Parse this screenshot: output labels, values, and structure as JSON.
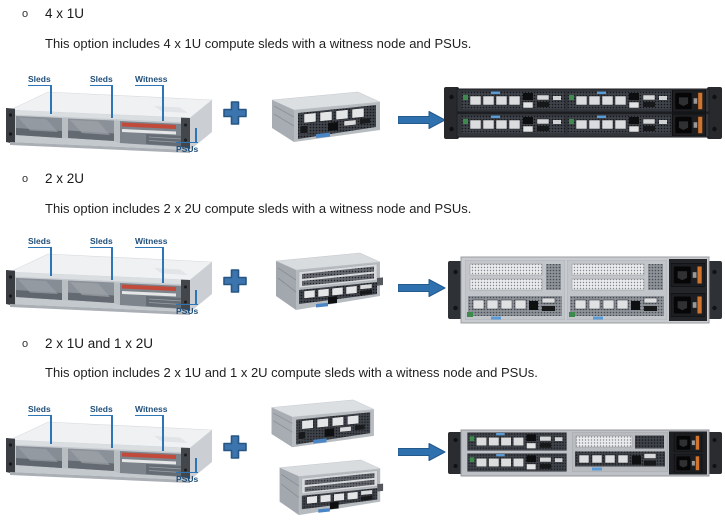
{
  "colors": {
    "label_text": "#1f4e79",
    "leader_line": "#2e75b6",
    "plus_arrow_fill": "#3c74ad",
    "plus_arrow_stroke": "#275685",
    "chassis_red_stripe": "#c14a3a",
    "psu_handle_orange": "#d2742c"
  },
  "icons": {
    "combine": "plus-icon",
    "result": "arrow-right-icon"
  },
  "sections": [
    {
      "bullet": "o",
      "heading": "4 x 1U",
      "description": "This option includes 4 x 1U compute sleds with a witness node and PSUs.",
      "figure": {
        "labels": {
          "sleds_left": "Sleds",
          "sleds_middle": "Sleds",
          "witness": "Witness",
          "psus": "PSUs"
        }
      }
    },
    {
      "bullet": "o",
      "heading": "2 x 2U",
      "description": "This option includes 2 x 2U compute sleds with a witness node and PSUs.",
      "figure": {
        "labels": {
          "sleds_left": "Sleds",
          "sleds_middle": "Sleds",
          "witness": "Witness",
          "psus": "PSUs"
        }
      }
    },
    {
      "bullet": "o",
      "heading": "2 x 1U and 1 x 2U",
      "description": "This option includes 2 x 1U and 1 x 2U compute sleds with a witness node and PSUs.",
      "figure": {
        "labels": {
          "sleds_left": "Sleds",
          "sleds_middle": "Sleds",
          "witness": "Witness",
          "psus": "PSUs"
        }
      }
    }
  ]
}
